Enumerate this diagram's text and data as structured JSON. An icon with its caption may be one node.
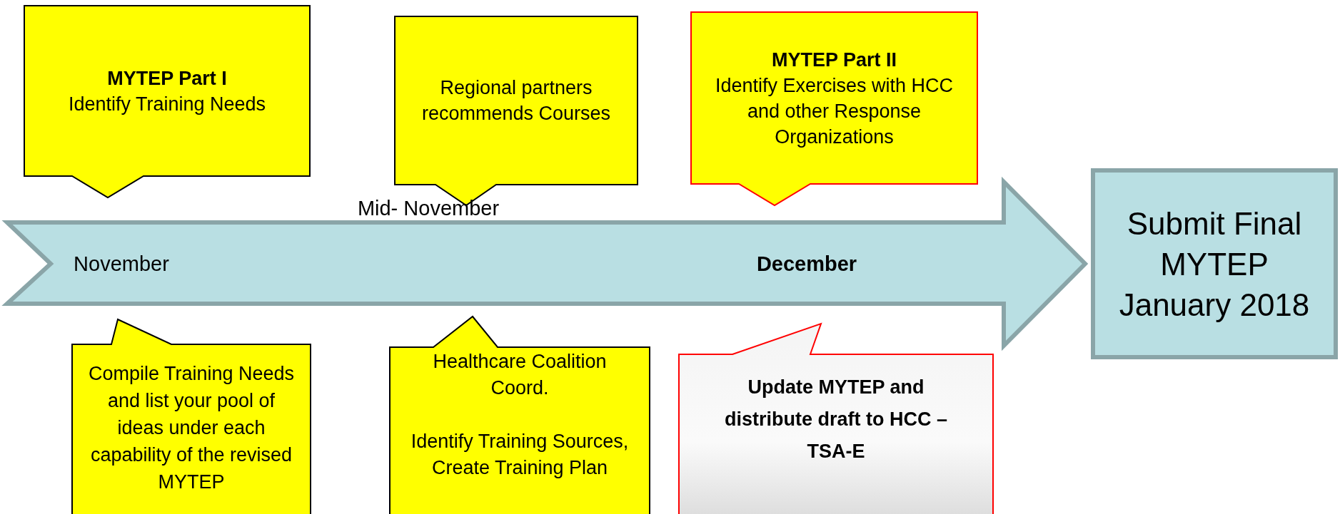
{
  "diagram": {
    "nodes": [
      {
        "text": [
          "MYTEP Part I",
          "Identify Training Needs"
        ]
      },
      {
        "text": [
          "Regional partners recommends Courses"
        ]
      },
      {
        "text": [
          "MYTEP Part II",
          "Identify Exercises with HCC and other Response Organizations"
        ]
      },
      {
        "text": [
          "November",
          "Mid- November",
          "December"
        ]
      },
      {
        "text": [
          "Submit Final MYTEP January 2018"
        ]
      },
      {
        "text": [
          "Compile Training Needs and list your pool of ideas under each capability of the revised MYTEP"
        ]
      },
      {
        "text": [
          "Healthcare Coalition Coord.",
          "Identify Training Sources, Create Training Plan"
        ]
      },
      {
        "text": [
          "Update MYTEP and distribute draft to HCC –TSA-E"
        ]
      }
    ]
  }
}
